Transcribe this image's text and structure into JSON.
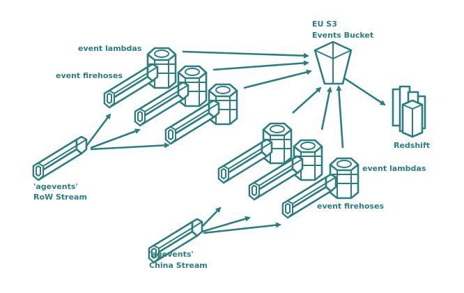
{
  "colors": {
    "accent": "#2a7e80",
    "background": "#ffffff"
  },
  "labels": {
    "bucket_line1": "EU S3",
    "bucket_line2": "Events Bucket",
    "redshift": "Redshift",
    "row_lambdas": "event lambdas",
    "row_firehoses": "event firehoses",
    "row_stream_line1": "'agevents'",
    "row_stream_line2": "RoW Stream",
    "china_lambdas": "event lambdas",
    "china_firehoses": "event firehoses",
    "china_stream_line1": "'agevents'",
    "china_stream_line2": "China Stream"
  },
  "icons": {
    "stream": "kinesis-stream-icon",
    "firehose": "kinesis-firehose-icon",
    "lambda": "lambda-stack-icon",
    "bucket": "s3-bucket-icon",
    "warehouse": "redshift-icon"
  }
}
